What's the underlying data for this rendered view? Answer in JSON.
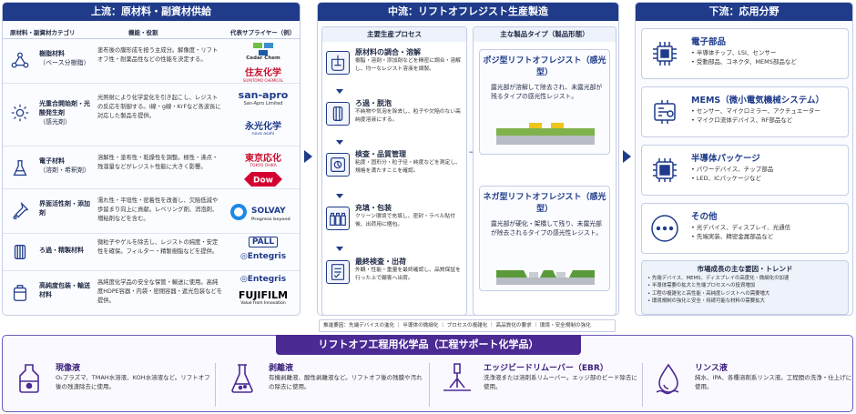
{
  "upstream": {
    "title": "上流：原材料・副資材供給",
    "col_category": "原材料・副資材カテゴリ",
    "col_function": "機能・役割",
    "col_supplier": "代表サプライヤー（例）",
    "rows": [
      {
        "icon": "resin-molecule-icon",
        "name": "樹脂材料",
        "sub": "（ベース分樹脂）",
        "desc": "塗布後の膜形成を担う主成分。解像度・リフトオフ性・耐薬品性などの性能を決定する。",
        "suppliers": [
          "Cedar Chem",
          "住友化学"
        ],
        "supplier_sub": [
          "",
          "SUMITOMO CHEMICAL"
        ]
      },
      {
        "icon": "photo-initiator-sun-icon",
        "name": "光重合開始剤・光酸発生剤",
        "sub": "（感光剤）",
        "desc": "光照射により化学変化を引き起こし、レジストの反応を制御する。i線・g線・KrFなど各波長に対応した製品を提供。",
        "suppliers": [
          "san-apro",
          "永光化学"
        ],
        "supplier_sub": [
          "San-Apro Limited",
          "nova asahi"
        ]
      },
      {
        "icon": "solvent-flask-icon",
        "name": "電子材料",
        "sub": "（溶剤・希釈剤）",
        "desc": "溶解性・塗布性・乾燥性を調整。極性・沸点・残溜量などがレジスト性能に大きく影響。",
        "suppliers": [
          "東京応化",
          "Dow"
        ],
        "supplier_sub": [
          "TOKYO OHKA",
          ""
        ]
      },
      {
        "icon": "surfactant-dropper-icon",
        "name": "界面活性剤・添加剤",
        "sub": "",
        "desc": "濡れ性・平坦性・密着性を改善し、欠陥低減や歩留まり向上に貢献。レベリング剤、消泡剤、増粘剤などを含む。",
        "suppliers": [
          "SOLVAY"
        ],
        "supplier_sub": [
          "Progress beyond"
        ]
      },
      {
        "icon": "filter-cartridge-icon",
        "name": "ろ過・精製材料",
        "sub": "",
        "desc": "微粒子やゲルを除去し、レジストの純度・安定性を確保。フィルター・精製樹脂などを提供。",
        "suppliers": [
          "PALL",
          "Entegris"
        ],
        "supplier_sub": [
          "",
          ""
        ]
      },
      {
        "icon": "hdpe-container-icon",
        "name": "高純度包装・輸送材料",
        "sub": "",
        "desc": "高純度化学品の安全な保管・輸送に使用。高純度HDPE容器・内袋・密閉容器・遮光包装などを提供。",
        "suppliers": [
          "Entegris",
          "FUJIFILM"
        ],
        "supplier_sub": [
          "",
          "Value from Innovation"
        ]
      }
    ]
  },
  "midstream": {
    "title": "中流：リフトオフレジスト生産製造",
    "process_head": "主要生産プロセス",
    "type_head": "主な製品タイプ（製品形態）",
    "processes": [
      {
        "icon": "mixing-tank-icon",
        "title": "原材料の調合・溶解",
        "desc": "樹脂・溶剤・添加剤などを精密に調合・溶解し、均一なレジスト溶液を調製。"
      },
      {
        "icon": "filter-icon",
        "title": "ろ過・脱泡",
        "desc": "不純物や気泡を除去し、粒子や欠陥のない高純度溶液にする。"
      },
      {
        "icon": "inspection-icon",
        "title": "検査・品質管理",
        "desc": "粘度・固形分・粒子径・純度などを測定し、規格を満たすことを確認。"
      },
      {
        "icon": "filling-bottles-icon",
        "title": "充填・包装",
        "desc": "クリーン環境で充填し、密封・ラベル貼付後、出荷用に梱包。"
      },
      {
        "icon": "final-check-icon",
        "title": "最終検査・出荷",
        "desc": "外観・性能・重量を最終確認し、品質保証を行った上で顧客へ出荷。"
      }
    ],
    "types": [
      {
        "title": "ポジ型リフトオフレジスト（感光型）",
        "desc": "露光部が溶解して除去され、未露光部が残るタイプの感光性レジスト。"
      },
      {
        "title": "ネガ型リフトオフレジスト（感光型）",
        "desc": "露光部が硬化・架橋して残り、未露光部が除去されるタイプの感光性レジスト。"
      }
    ],
    "drivers": "推進要因：先端デバイスの進化 ｜ 半導体の微細化 ｜ プロセスの複雑化 ｜ 高品質化の要求 ｜ 環境・安全規制の強化"
  },
  "downstream": {
    "title": "下流：応用分野",
    "apps": [
      {
        "icon": "chip-icon",
        "title": "電子部品",
        "items": [
          "半導体チップ、LSI、センサー",
          "受動部品、コネクタ、MEMS部品など"
        ]
      },
      {
        "icon": "mems-icon",
        "title": "MEMS（微小電気機械システム）",
        "items": [
          "センサー、マイクロミラー、アクチュエーター",
          "マイクロ流体デバイス、RF部品など"
        ]
      },
      {
        "icon": "package-icon",
        "title": "半導体パッケージ",
        "items": [
          "パワーデバイス、チップ部品",
          "LED、ICパッケージなど"
        ]
      },
      {
        "icon": "others-dots-icon",
        "title": "その他",
        "items": [
          "光デバイス、ディスプレイ、光通信",
          "先端実装、精密金属部品など"
        ]
      }
    ],
    "trend_title": "市場成長の主な要因・トレンド",
    "trends": [
      "先端デバイス、MEMS、ディスプレイの高度化・微細化の加速",
      "半導体需要の拡大と先端プロセスへの投資増加",
      "工程の複雑化と高性能・高純度レジストへの需要増大",
      "環境規制の強化と安全・持続可能な材料の需要拡大"
    ]
  },
  "bottom": {
    "title": "リフトオフ工程用化学品（工程サポート化学品）",
    "items": [
      {
        "icon": "developer-bottle-icon",
        "title": "現像液",
        "desc": "O₂プラズマ、TMAH水溶液、KOH水溶液など。リフトオフ後の残渣除去に使用。"
      },
      {
        "icon": "stripper-beaker-icon",
        "title": "剥離液",
        "desc": "有機剥離液、酸性剥離液など。リフトオフ後の残膜や汚れの除去に使用。"
      },
      {
        "icon": "edge-bead-nozzle-icon",
        "title": "エッジビードリムーバー（EBR）",
        "desc": "洗浄液または溶剤系リムーバー。エッジ部のビード除去に使用。"
      },
      {
        "icon": "rinse-drop-icon",
        "title": "リンス液",
        "desc": "純水、IPA、各種溶剤系リンス液。工程間の洗浄・仕上げに使用。"
      }
    ]
  },
  "colors": {
    "navy": "#1f3b8a",
    "purple": "#4b2a94",
    "gold": "#f0c419",
    "green": "#5a9a3a"
  }
}
